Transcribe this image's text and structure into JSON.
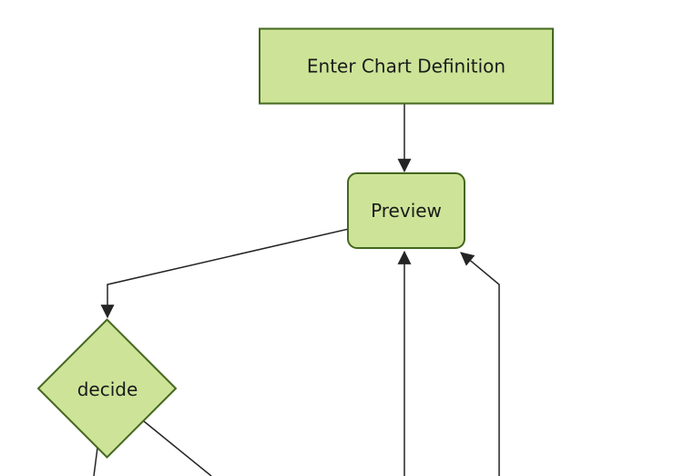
{
  "diagram": {
    "type": "flowchart",
    "orientation": "top-down",
    "colors": {
      "background": "#ffffff",
      "node_fill": "#cde498",
      "node_stroke": "#44681f",
      "edge": "#242424",
      "text": "#1b1b1b"
    },
    "nodes": [
      {
        "id": "enter-chart-definition",
        "label": "Enter Chart Definition",
        "shape": "rectangle"
      },
      {
        "id": "preview",
        "label": "Preview",
        "shape": "rounded-rectangle"
      },
      {
        "id": "decide",
        "label": "decide",
        "shape": "diamond"
      }
    ],
    "edges": [
      {
        "from": "enter-chart-definition",
        "to": "preview",
        "arrowhead": true
      },
      {
        "from": "preview",
        "to": "decide",
        "arrowhead": true
      },
      {
        "from": "offscreen-bottom",
        "to": "preview",
        "arrowhead": true
      },
      {
        "from": "offscreen-bottom",
        "to": "preview",
        "arrowhead": true
      },
      {
        "from": "decide",
        "to": "offscreen-bottom",
        "arrowhead": false
      },
      {
        "from": "decide",
        "to": "offscreen-bottom",
        "arrowhead": false
      }
    ]
  }
}
